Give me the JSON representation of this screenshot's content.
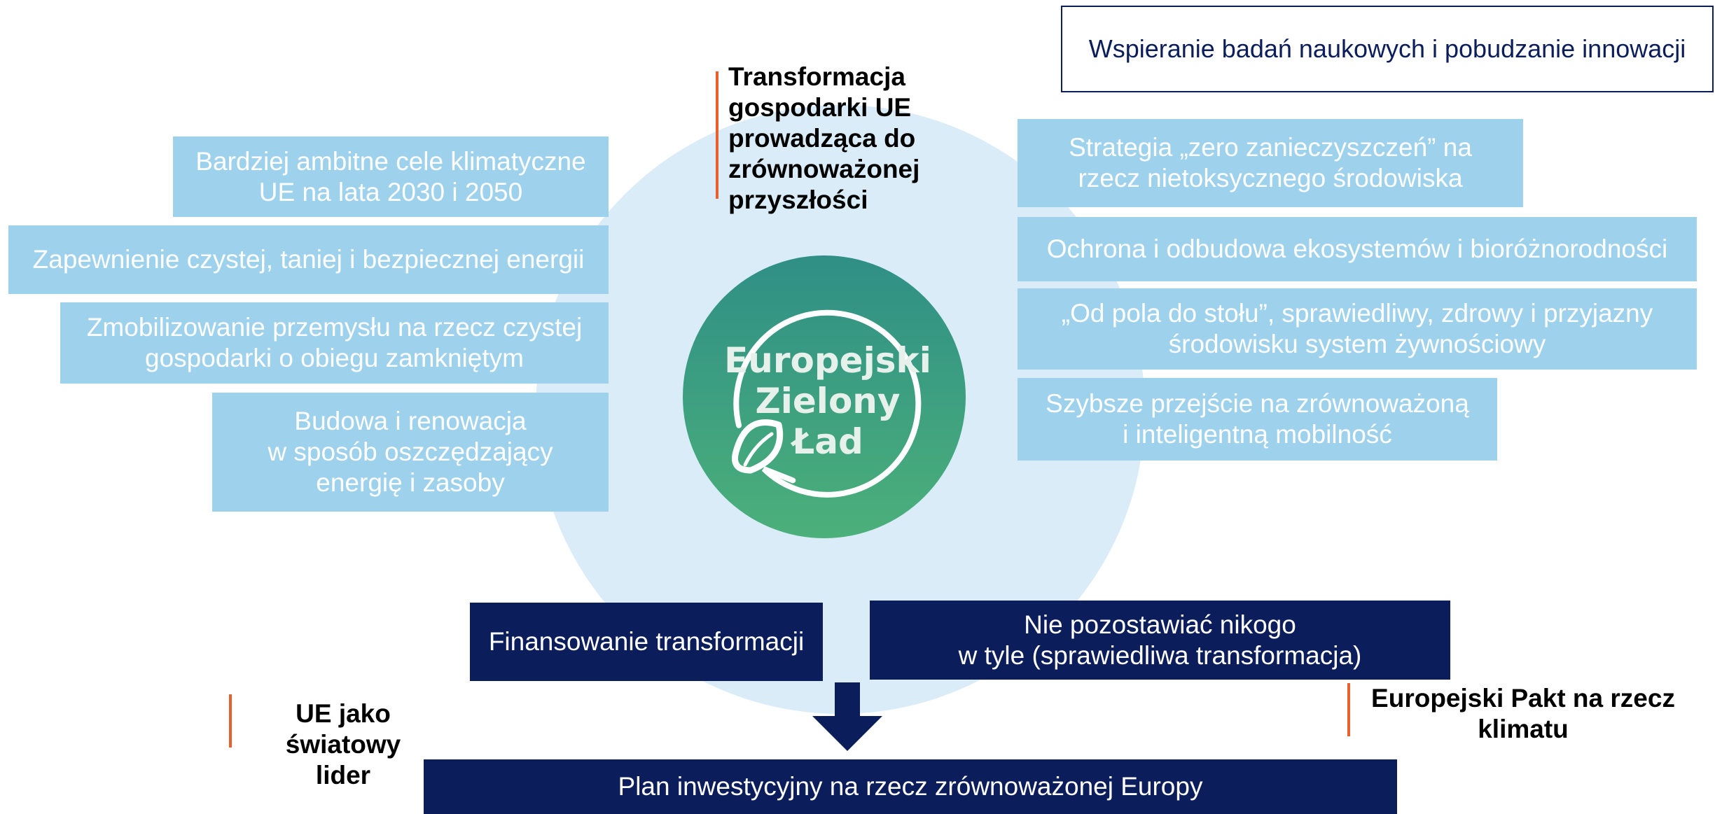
{
  "center": {
    "logo_lines": [
      "Europejski",
      "Zielony",
      "Ład"
    ]
  },
  "left_boxes": [
    "Bardziej ambitne cele klimatyczne\nUE na lata 2030 i 2050",
    "Zapewnienie czystej, taniej i bezpiecznej energii",
    "Zmobilizowanie przemysłu na rzecz czystej\ngospodarki o obiegu zamkniętym",
    "Budowa i renowacja\nw sposób oszczędzający\nenergię i zasoby"
  ],
  "right_boxes": [
    "Strategia „zero zanieczyszczeń” na\nrzecz nietoksycznego środowiska",
    "Ochrona i odbudowa ekosystemów i bioróżnorodności",
    "„Od pola do stołu”, sprawiedliwy, zdrowy i przyjazny\nśrodowisku system żywnościowy",
    "Szybsze przejście na zrównoważoną\ni inteligentną mobilność"
  ],
  "top_right_box": "Wspieranie badań naukowych i pobudzanie innowacji",
  "callouts": {
    "top": "Transformacja\ngospodarki UE\nprowadząca do\nzrównoważonej\nprzyszłości",
    "bottom_left": "UE jako światowy\nlider",
    "bottom_right": "Europejski Pakt na rzecz\nklimatu"
  },
  "bottom_boxes": {
    "financing": "Finansowanie transformacji",
    "leave_no_one": "Nie pozostawiać nikogo\nw tyle (sprawiedliwa transformacja)",
    "investment_plan": "Plan inwestycyjny na rzecz zrównoważonej Europy"
  },
  "colors": {
    "light_box": "#9ed1ec",
    "dark_box": "#0b1e5b",
    "circle_bg": "#d9ecf7",
    "logo_green": "#3a9d83",
    "accent": "#e8602c"
  }
}
